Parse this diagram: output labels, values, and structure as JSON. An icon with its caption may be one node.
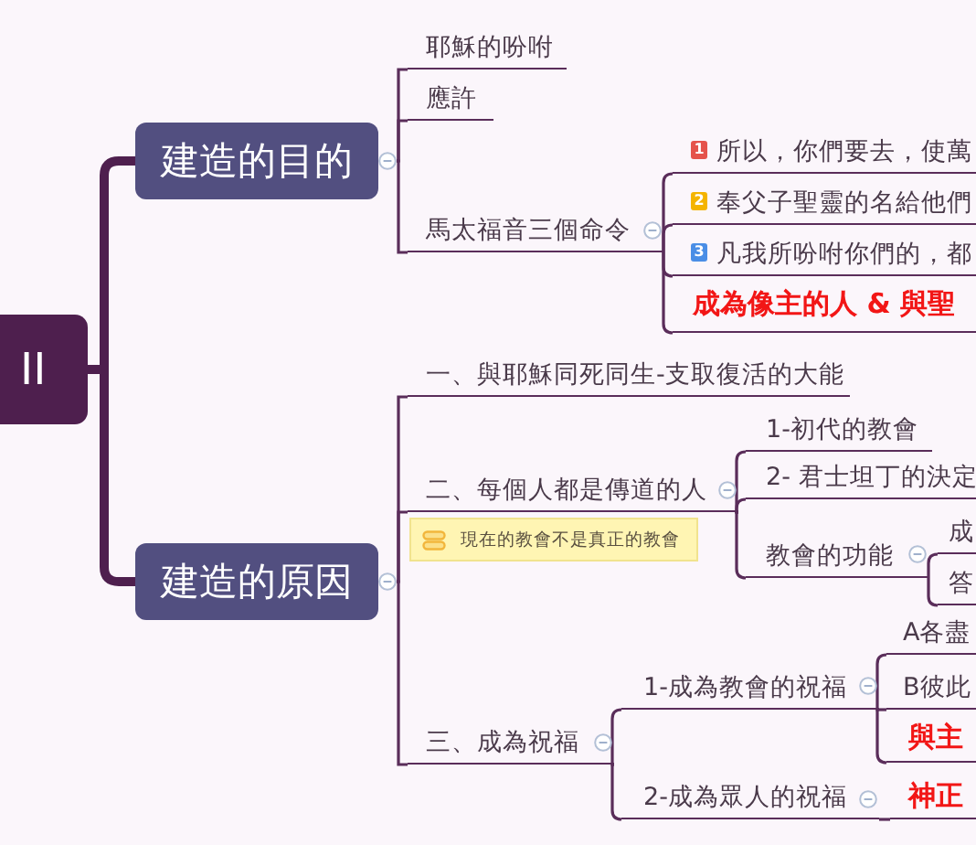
{
  "diagram": {
    "nodes": [
      {
        "text": [
          "II"
        ]
      },
      {
        "text": [
          "建造的目的"
        ]
      },
      {
        "text": [
          "耶穌的吩咐"
        ]
      },
      {
        "text": [
          "應許"
        ]
      },
      {
        "text": [
          "馬太福音三個命令"
        ]
      },
      {
        "text": [
          "1",
          "所以，你們要去，使萬"
        ]
      },
      {
        "text": [
          "2",
          "奉父子聖靈的名給他們"
        ]
      },
      {
        "text": [
          "3",
          "凡我所吩咐你們的，都"
        ]
      },
      {
        "text": [
          "成為像主的人 & 與聖"
        ]
      },
      {
        "text": [
          "建造的原因"
        ]
      },
      {
        "text": [
          "一、與耶穌同死同生-支取復活的大能"
        ]
      },
      {
        "text": [
          "二、每個人都是傳道的人"
        ]
      },
      {
        "text": [
          "現在的教會不是真正的教會"
        ]
      },
      {
        "text": [
          "1-初代的教會"
        ]
      },
      {
        "text": [
          "2- 君士坦丁的決定"
        ]
      },
      {
        "text": [
          "教會的功能"
        ]
      },
      {
        "text": [
          "成"
        ]
      },
      {
        "text": [
          "答"
        ]
      },
      {
        "text": [
          "三、成為祝福"
        ]
      },
      {
        "text": [
          "1-成為教會的祝福"
        ]
      },
      {
        "text": [
          "A各盡"
        ]
      },
      {
        "text": [
          "B彼此"
        ]
      },
      {
        "text": [
          "與主"
        ]
      },
      {
        "text": [
          "2-成為眾人的祝福"
        ]
      },
      {
        "text": [
          "神正"
        ]
      }
    ],
    "edges": [
      {
        "from": 0,
        "to": 1,
        "arrow": "none",
        "style": "thick"
      },
      {
        "from": 0,
        "to": 9,
        "arrow": "none",
        "style": "thick"
      },
      {
        "from": 1,
        "to": 2,
        "arrow": "none"
      },
      {
        "from": 1,
        "to": 3,
        "arrow": "none"
      },
      {
        "from": 1,
        "to": 4,
        "arrow": "none"
      },
      {
        "from": 4,
        "to": 5,
        "arrow": "none"
      },
      {
        "from": 4,
        "to": 6,
        "arrow": "none"
      },
      {
        "from": 4,
        "to": 7,
        "arrow": "none"
      },
      {
        "from": 4,
        "to": 8,
        "arrow": "none"
      },
      {
        "from": 9,
        "to": 10,
        "arrow": "none"
      },
      {
        "from": 9,
        "to": 11,
        "arrow": "none"
      },
      {
        "from": 9,
        "to": 18,
        "arrow": "none"
      },
      {
        "from": 11,
        "to": 13,
        "arrow": "none"
      },
      {
        "from": 11,
        "to": 14,
        "arrow": "none"
      },
      {
        "from": 11,
        "to": 15,
        "arrow": "none"
      },
      {
        "from": 15,
        "to": 16,
        "arrow": "none"
      },
      {
        "from": 15,
        "to": 17,
        "arrow": "none"
      },
      {
        "from": 18,
        "to": 19,
        "arrow": "none"
      },
      {
        "from": 18,
        "to": 23,
        "arrow": "none"
      },
      {
        "from": 19,
        "to": 20,
        "arrow": "none"
      },
      {
        "from": 19,
        "to": 21,
        "arrow": "none"
      },
      {
        "from": 19,
        "to": 22,
        "arrow": "none"
      },
      {
        "from": 23,
        "to": 24,
        "arrow": "none"
      }
    ]
  }
}
